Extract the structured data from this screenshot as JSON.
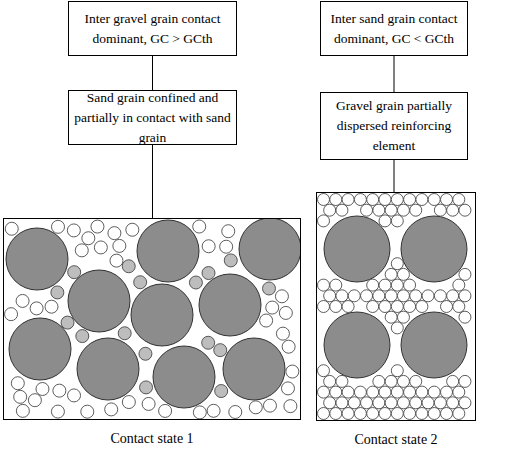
{
  "diagram": {
    "nodes": [
      {
        "text": [
          "Inter gravel grain contact dominant, GC > GCth"
        ]
      },
      {
        "text": [
          "Sand grain confined and partially in contact with sand grain"
        ]
      },
      {
        "text": [
          "Contact state 1"
        ]
      },
      {
        "text": [
          "Inter sand grain contact dominant, GC < GCth"
        ]
      },
      {
        "text": [
          "Gravel grain partially dispersed reinforcing element"
        ]
      },
      {
        "text": [
          "Contact state 2"
        ]
      }
    ],
    "edges": [
      {
        "from": 0,
        "to": 1,
        "arrow": "none"
      },
      {
        "from": 1,
        "to": 2,
        "arrow": "none"
      },
      {
        "from": 3,
        "to": 4,
        "arrow": "none"
      },
      {
        "from": 4,
        "to": 5,
        "arrow": "none"
      }
    ]
  }
}
